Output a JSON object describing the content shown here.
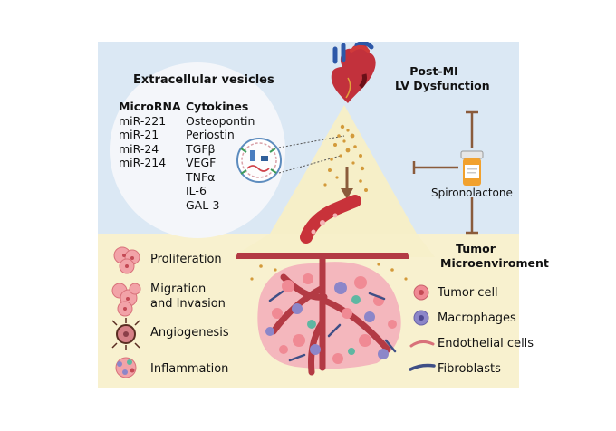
{
  "vesicle_panel": {
    "title": "Extracellular vesicles",
    "microrna": {
      "header": "MicroRNA",
      "items": [
        "miR-221",
        "miR-21",
        "miR-24",
        "miR-214"
      ]
    },
    "cytokines": {
      "header": "Cytokines",
      "items": [
        "Osteopontin",
        "Periostin",
        "TGFβ",
        "VEGF",
        "TNFα",
        "IL-6",
        "GAL-3"
      ]
    }
  },
  "heart_label": {
    "line1": "Post-MI",
    "line2": "LV Dysfunction"
  },
  "drug_label": "Spironolactone",
  "tumor_label": {
    "line1": "Tumor",
    "line2": "Microenviroment"
  },
  "processes": [
    {
      "label": "Proliferation",
      "icon": "proliferation-cells-icon"
    },
    {
      "label": "Migration\nand Invasion",
      "icon": "migration-cells-icon"
    },
    {
      "label": "Angiogenesis",
      "icon": "angiogenesis-cell-icon"
    },
    {
      "label": "Inflammation",
      "icon": "inflammation-cells-icon"
    }
  ],
  "legend": [
    {
      "label": "Tumor cell",
      "icon": "tumor-cell-icon"
    },
    {
      "label": "Macrophages",
      "icon": "macrophage-icon"
    },
    {
      "label": "Endothelial cells",
      "icon": "endothelial-cell-icon"
    },
    {
      "label": "Fibroblasts",
      "icon": "fibroblast-icon"
    }
  ],
  "colors": {
    "upper_background": "#dbe8f4",
    "lower_background": "#f8f1cf",
    "cone": "#f6efc8",
    "vesicle_circle": "#f4f6fa",
    "blood_red": "#c8323a",
    "tumor_pink": "#f2a3a8",
    "macrophage_purple": "#8c86c9",
    "fibroblast_blue": "#3f4f86",
    "inhibitor_brown": "#8a5b3b",
    "vesicle_dots": "#d39a3a"
  }
}
